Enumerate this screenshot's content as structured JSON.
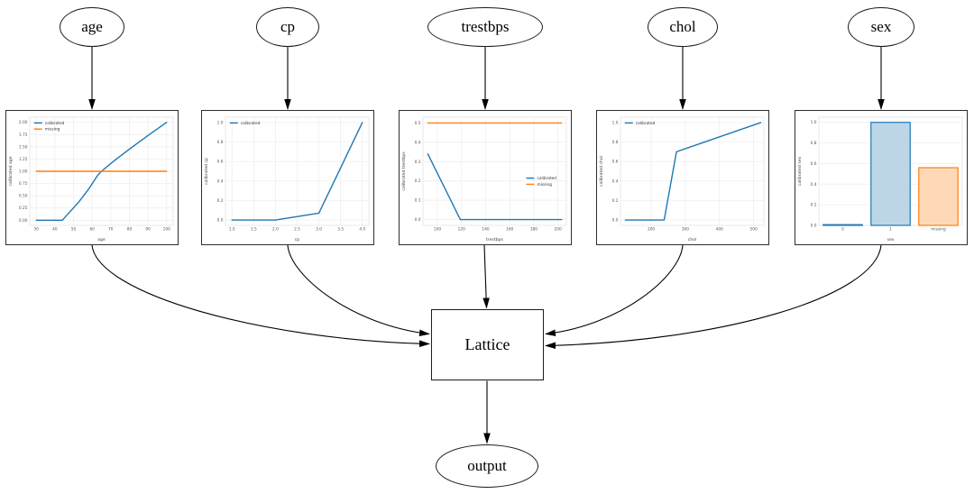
{
  "diagram": {
    "nodes": {
      "age": {
        "label": "age"
      },
      "cp": {
        "label": "cp"
      },
      "trestbps": {
        "label": "trestbps"
      },
      "chol": {
        "label": "chol"
      },
      "sex": {
        "label": "sex"
      },
      "lattice": {
        "label": "Lattice"
      },
      "output": {
        "label": "output"
      }
    }
  },
  "colors": {
    "calibrated": "#1f77b4",
    "missing": "#ff7f0e",
    "calibrated_fill": "#bcd6e8",
    "missing_fill": "#ffd9b7",
    "edge_line": "#000000",
    "grid": "#ececec",
    "axes_frame": "#e3e3e3",
    "tick_text": "#555555",
    "label_text": "#444444"
  },
  "chart_data": [
    {
      "type": "line",
      "feature": "age",
      "xlabel": "age",
      "ylabel": "calibrated age",
      "xlim": [
        26.5,
        103.5
      ],
      "ylim": [
        -0.105,
        2.105
      ],
      "xticks": [
        30,
        40,
        50,
        60,
        70,
        80,
        90,
        100
      ],
      "xtick_labels": [
        "30",
        "40",
        "50",
        "60",
        "70",
        "80",
        "90",
        "100"
      ],
      "yticks": [
        0,
        0.25,
        0.5,
        0.75,
        1,
        1.25,
        1.5,
        1.75,
        2
      ],
      "ytick_labels": [
        "0.00",
        "0.25",
        "0.50",
        "0.75",
        "1.00",
        "1.25",
        "1.50",
        "1.75",
        "2.00"
      ],
      "series": [
        {
          "name": "calibrated",
          "color": "calibrated",
          "x": [
            30,
            44,
            48,
            53,
            58,
            63,
            65,
            72,
            81,
            90,
            100
          ],
          "y": [
            0,
            0,
            0.17,
            0.38,
            0.63,
            0.92,
            1.0,
            1.22,
            1.48,
            1.73,
            2.0
          ]
        },
        {
          "name": "missing",
          "color": "missing",
          "x": [
            30,
            100
          ],
          "y": [
            1,
            1
          ]
        }
      ],
      "legend": {
        "fx": 0.03,
        "fy": 0.02,
        "position": "upper left"
      }
    },
    {
      "type": "line",
      "feature": "cp",
      "xlabel": "cp",
      "ylabel": "calibrated cp",
      "xlim": [
        0.85,
        4.15
      ],
      "ylim": [
        -0.055,
        1.055
      ],
      "xticks": [
        1,
        1.5,
        2,
        2.5,
        3,
        3.5,
        4
      ],
      "xtick_labels": [
        "1.0",
        "1.5",
        "2.0",
        "2.5",
        "3.0",
        "3.5",
        "4.0"
      ],
      "yticks": [
        0,
        0.2,
        0.4,
        0.6,
        0.8,
        1
      ],
      "ytick_labels": [
        "0.0",
        "0.2",
        "0.4",
        "0.6",
        "0.8",
        "1.0"
      ],
      "series": [
        {
          "name": "calibrated",
          "color": "calibrated",
          "x": [
            1,
            2,
            3,
            4
          ],
          "y": [
            0,
            0,
            0.07,
            1.0
          ]
        }
      ],
      "legend": {
        "fx": 0.03,
        "fy": 0.02,
        "position": "upper left"
      }
    },
    {
      "type": "line",
      "feature": "trestbps",
      "xlabel": "trestbps",
      "ylabel": "calibrated trestbps",
      "xlim": [
        88,
        207
      ],
      "ylim": [
        -0.03,
        0.53
      ],
      "xticks": [
        100,
        120,
        140,
        160,
        180,
        200
      ],
      "xtick_labels": [
        "100",
        "120",
        "140",
        "160",
        "180",
        "200"
      ],
      "yticks": [
        0,
        0.1,
        0.2,
        0.3,
        0.4,
        0.5
      ],
      "ytick_labels": [
        "0.0",
        "0.1",
        "0.2",
        "0.3",
        "0.4",
        "0.5"
      ],
      "series": [
        {
          "name": "calibrated",
          "color": "calibrated",
          "x": [
            92,
            119,
            203
          ],
          "y": [
            0.34,
            0,
            0
          ]
        },
        {
          "name": "missing",
          "color": "missing",
          "x": [
            92,
            203
          ],
          "y": [
            0.5,
            0.5
          ]
        }
      ],
      "legend": {
        "fx": 0.72,
        "fy": 0.53,
        "position": "center right"
      }
    },
    {
      "type": "line",
      "feature": "chol",
      "xlabel": "chol",
      "ylabel": "calibrated chol",
      "xlim": [
        110,
        530
      ],
      "ylim": [
        -0.055,
        1.055
      ],
      "xticks": [
        200,
        300,
        400,
        500
      ],
      "xtick_labels": [
        "200",
        "300",
        "400",
        "500"
      ],
      "yticks": [
        0,
        0.2,
        0.4,
        0.6,
        0.8,
        1
      ],
      "ytick_labels": [
        "0.0",
        "0.2",
        "0.4",
        "0.6",
        "0.8",
        "1.0"
      ],
      "series": [
        {
          "name": "calibrated",
          "color": "calibrated",
          "x": [
            124,
            238,
            274,
            521
          ],
          "y": [
            0,
            0,
            0.7,
            1.0
          ]
        }
      ],
      "legend": {
        "fx": 0.03,
        "fy": 0.02,
        "position": "upper left"
      }
    },
    {
      "type": "bar",
      "feature": "sex",
      "xlabel": "sex",
      "ylabel": "calibrated sex",
      "ylim": [
        0,
        1.05
      ],
      "yticks": [
        0,
        0.2,
        0.4,
        0.6,
        0.8,
        1
      ],
      "ytick_labels": [
        "0.0",
        "0.2",
        "0.4",
        "0.6",
        "0.8",
        "1.0"
      ],
      "categories": [
        "0",
        "1",
        "missing"
      ],
      "values": [
        0.004,
        1.0,
        0.56
      ],
      "bar_styles": [
        {
          "fill": "calibrated_fill",
          "edge": "calibrated"
        },
        {
          "fill": "calibrated_fill",
          "edge": "calibrated"
        },
        {
          "fill": "missing_fill",
          "edge": "missing"
        }
      ]
    }
  ]
}
